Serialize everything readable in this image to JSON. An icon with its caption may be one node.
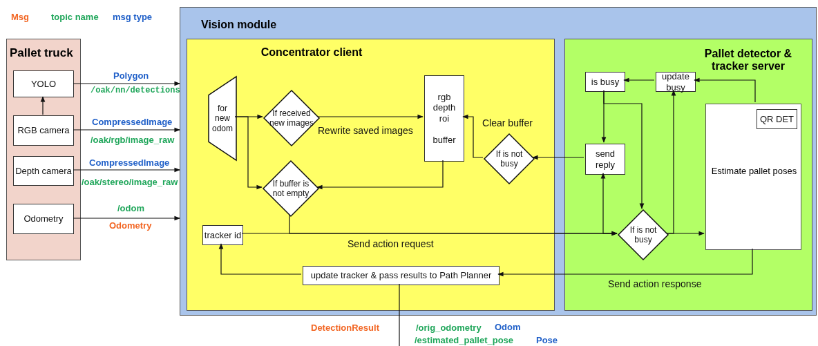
{
  "diagram": {
    "nodes": [
      {
        "text": [
          "Pallet truck"
        ]
      },
      {
        "text": [
          "YOLO"
        ],
        "in": 0
      },
      {
        "text": [
          "RGB camera"
        ],
        "in": 0
      },
      {
        "text": [
          "Depth camera"
        ],
        "in": 0
      },
      {
        "text": [
          "Odometry"
        ],
        "in": 0
      },
      {
        "text": [
          "Vision module"
        ]
      },
      {
        "text": [
          "Concentrator client"
        ],
        "in": 5
      },
      {
        "text": [
          "for new odom"
        ],
        "in": 6
      },
      {
        "text": [
          "If received new images"
        ],
        "in": 6
      },
      {
        "text": [
          "rgb depth roi",
          "buffer"
        ],
        "in": 6
      },
      {
        "text": [
          "If is not busy"
        ],
        "in": 6
      },
      {
        "text": [
          "If buffer is not empty"
        ],
        "in": 6
      },
      {
        "text": [
          "tracker id"
        ],
        "in": 6
      },
      {
        "text": [
          "update tracker & pass results to Path Planner"
        ],
        "in": 6
      },
      {
        "text": [
          "Pallet detector & tracker server"
        ],
        "in": 5
      },
      {
        "text": [
          "is busy"
        ],
        "in": 14
      },
      {
        "text": [
          "update busy"
        ],
        "in": 14
      },
      {
        "text": [
          "send reply"
        ],
        "in": 14
      },
      {
        "text": [
          "If is not busy"
        ],
        "in": 14
      },
      {
        "text": [
          "Estimate pallet poses"
        ],
        "in": 14
      },
      {
        "text": [
          "QR DET"
        ],
        "in": 19
      }
    ],
    "edges": [
      {
        "from": 2,
        "to": 1,
        "arrow": "to"
      },
      {
        "from": 1,
        "to": 5,
        "arrow": "to",
        "label": "Polygon"
      },
      {
        "from": 2,
        "to": 5,
        "arrow": "to",
        "label": "CompressedImage"
      },
      {
        "from": 3,
        "to": 5,
        "arrow": "to",
        "label": "CompressedImage"
      },
      {
        "from": 4,
        "to": 5,
        "arrow": "to",
        "label": "/odom"
      },
      {
        "from": 7,
        "to": 8,
        "arrow": "to"
      },
      {
        "from": 7,
        "to": 11,
        "arrow": "to"
      },
      {
        "from": 8,
        "to": 9,
        "arrow": "to",
        "label": "Rewrite saved images"
      },
      {
        "from": 9,
        "to": 11,
        "arrow": "to"
      },
      {
        "from": 10,
        "to": 9,
        "arrow": "to",
        "label": "Clear buffer"
      },
      {
        "from": 17,
        "to": 10,
        "arrow": "to"
      },
      {
        "from": 11,
        "to": 18,
        "arrow": "to",
        "label": "Send action request"
      },
      {
        "from": 12,
        "to": 18,
        "arrow": "to"
      },
      {
        "from": 18,
        "to": 17,
        "arrow": "to"
      },
      {
        "from": 18,
        "to": 16,
        "arrow": "to"
      },
      {
        "from": 18,
        "to": 19,
        "arrow": "to"
      },
      {
        "from": 15,
        "to": 17,
        "arrow": "to"
      },
      {
        "from": 15,
        "to": 18,
        "arrow": "to"
      },
      {
        "from": 16,
        "to": 15,
        "arrow": "to"
      },
      {
        "from": 19,
        "to": 16,
        "arrow": "to"
      },
      {
        "from": 19,
        "to": 13,
        "arrow": "to",
        "label": "Send action response"
      },
      {
        "from": 13,
        "to": 12,
        "arrow": "to"
      },
      {
        "from": 13,
        "to": null,
        "arrow": "none"
      }
    ],
    "labels": [
      "/oak/nn/detections",
      "/oak/rgb/image_raw",
      "/oak/stereo/image_raw",
      "Odometry",
      "DetectionResult",
      "/orig_odometry",
      "Odom",
      "/estimated_pallet_pose",
      "Pose"
    ],
    "legend": [
      {
        "text": "Msg",
        "color": "#f26522"
      },
      {
        "text": "topic name",
        "color": "#1fa65a"
      },
      {
        "text": "msg type",
        "color": "#1f5fc8"
      }
    ]
  }
}
